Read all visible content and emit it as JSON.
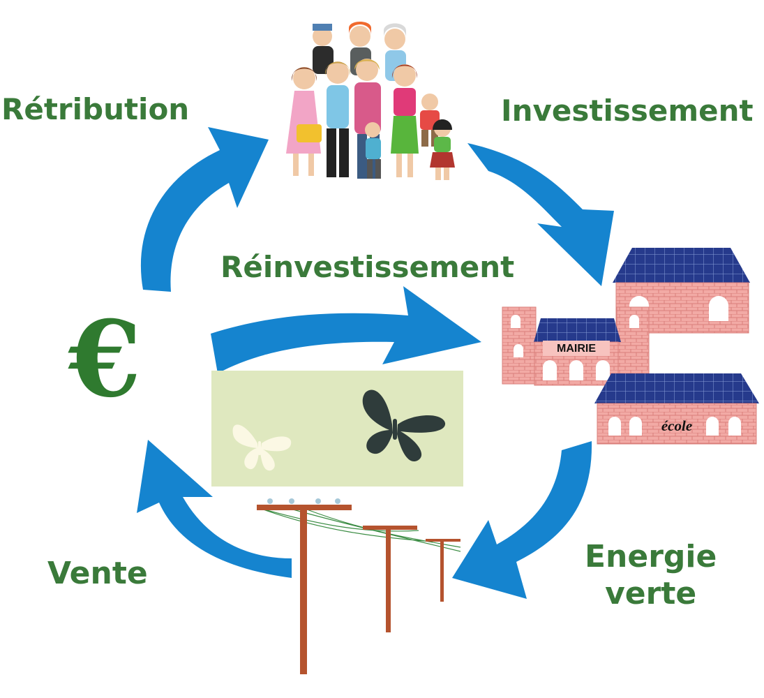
{
  "labels": {
    "retribution": "Rétribution",
    "investissement": "Investissement",
    "reinvestissement": "Réinvestissement",
    "vente": "Vente",
    "energie_line1": "Energie",
    "energie_line2": "verte",
    "currency": "€"
  },
  "buildings": {
    "mairie": "MAIRIE",
    "ecole": "école"
  },
  "colors": {
    "arrow": "#1584cf",
    "label_text": "#3a7a3a",
    "butterfly_panel": "#dfe8bf",
    "roof": "#2b3b86",
    "brick": "#ef9f9a",
    "pole": "#b5532e"
  },
  "icons": [
    "people-group-icon",
    "mairie-building-icon",
    "ecole-building-icon",
    "power-line-icon",
    "butterfly-icon"
  ]
}
